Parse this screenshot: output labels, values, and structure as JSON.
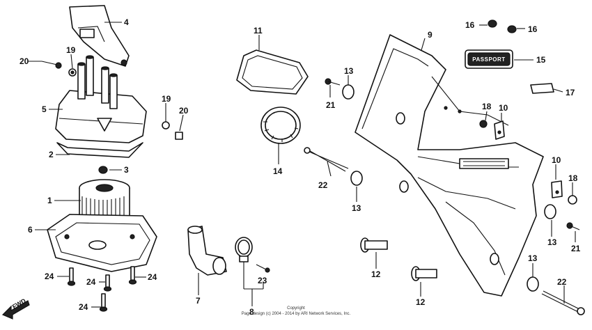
{
  "callouts": {
    "c1": "1",
    "c2": "2",
    "c3": "3",
    "c4": "4",
    "c5": "5",
    "c6": "6",
    "c7": "7",
    "c8": "8",
    "c9": "9",
    "c10a": "10",
    "c10b": "10",
    "c11": "11",
    "c12a": "12",
    "c12b": "12",
    "c13a": "13",
    "c13b": "13",
    "c13c": "13",
    "c13d": "13",
    "c14": "14",
    "c15": "15",
    "c16a": "16",
    "c16b": "16",
    "c17": "17",
    "c18a": "18",
    "c18b": "18",
    "c19a": "19",
    "c19b": "19",
    "c20a": "20",
    "c20b": "20",
    "c21a": "21",
    "c21b": "21",
    "c22a": "22",
    "c22b": "22",
    "c23": "23",
    "c24a": "24",
    "c24b": "24",
    "c24c": "24",
    "c24d": "24"
  },
  "emblem_text": "PASSPORT",
  "fwd_label": "FWD",
  "copyright_line1": "Copyright",
  "copyright_line2": "Page design (c) 2004 - 2014 by ARI Network Services, Inc."
}
